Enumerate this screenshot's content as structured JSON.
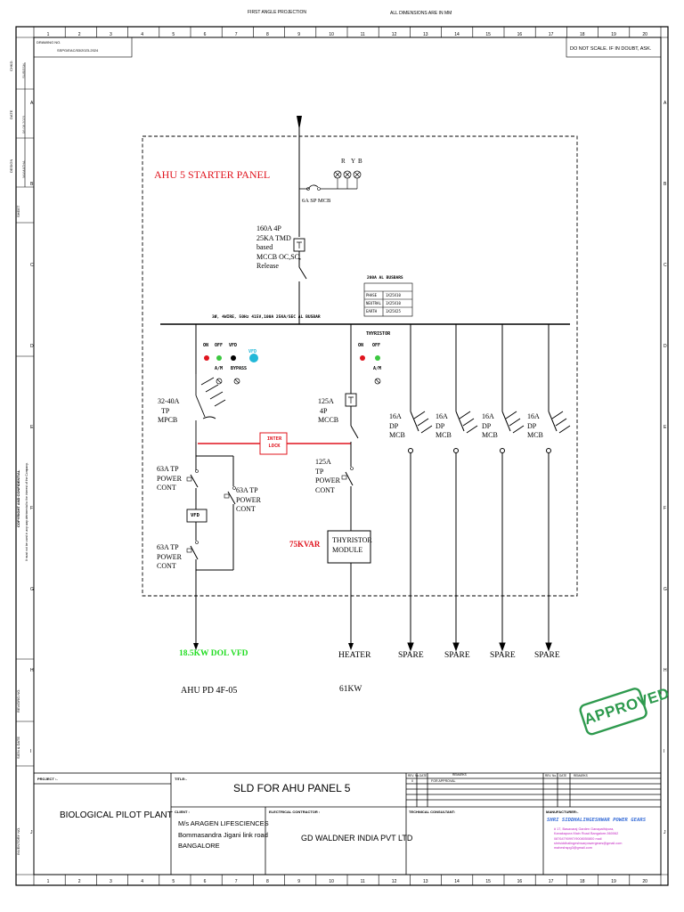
{
  "header": {
    "projection": "FIRST ANGLE PROJECTION",
    "dimensions": "ALL DIMENSIONS ARE IN MM",
    "drawing_no_label": "DRAWING NO.",
    "drawing_no": "SSPG/EAC/53/2023-2024",
    "do_not_scale": "DO NOT SCALE. IF IN DOUBT, ASK."
  },
  "grid": {
    "columns": [
      "1",
      "2",
      "3",
      "4",
      "5",
      "6",
      "7",
      "8",
      "9",
      "10",
      "11",
      "12",
      "13",
      "14",
      "15",
      "16",
      "17",
      "18",
      "19",
      "20"
    ],
    "rows": [
      "A",
      "B",
      "C",
      "D",
      "E",
      "F",
      "G",
      "H",
      "I",
      "J"
    ]
  },
  "left_strip": {
    "chkd": "CHKD.",
    "chkd_name": "SURESH",
    "date": "DATE",
    "date_value": "06.08.2023",
    "design": "DESIGN",
    "design_name": "MAMATHA",
    "sheet": "SHEET",
    "confidential": "COPYRIGHT AND CONFIDENTIAL",
    "confidential_note": "It must not be used in any way detrimental to the interest of the Company.",
    "rev": "REV/DRG.NO.",
    "sign_date": "SIGN & DATE",
    "inventory": "INVENTORY NO."
  },
  "panel": {
    "title": "AHU 5 STARTER PANEL",
    "ryb": [
      "R",
      "Y",
      "B"
    ],
    "mcb_6a": "6A SP MCB",
    "incomer": [
      "160A 4P",
      "25KA TMD",
      "based",
      "MCCB OC,SC,",
      "Release"
    ],
    "busbar_table_title": "200A AL BUSBARS",
    "busbar_table": [
      [
        "PHASE",
        "1X25X10"
      ],
      [
        "NEUTRAL",
        "1X25X10"
      ],
      [
        "EARTH",
        "1X25X25"
      ]
    ],
    "busbar_label": "3Ø, 4WIRE, 50Hz 415V,100A 25KA/SEC AL BUSBAR",
    "thyristor_label": "THYRISTOR",
    "ind_on": "ON",
    "ind_off": "OFF",
    "ind_vfd": "VFD",
    "ind_bypass": "BYPASS",
    "am": "A/M",
    "mpcb": [
      "32-40A",
      "TP",
      "MPCB"
    ],
    "interlock": [
      "INTER",
      "LOCK"
    ],
    "cont1": [
      "63A TP",
      "POWER",
      "CONT"
    ],
    "cont2": [
      "63A TP",
      "POWER",
      "CONT"
    ],
    "cont3": [
      "63A TP",
      "POWER",
      "CONT"
    ],
    "vfd_box": "VFD",
    "mccb_125": [
      "125A",
      "4P",
      "MCCB"
    ],
    "cont_125": [
      "125A",
      "TP",
      "POWER",
      "CONT"
    ],
    "kvar": "75KVAR",
    "thyristor_module": [
      "THYRISTOR",
      "MODULE"
    ],
    "dp_mcb": [
      "16A",
      "DP",
      "MCB"
    ]
  },
  "outgoings": {
    "vfd_feeder": "18.5KW DOL VFD",
    "ahu": "AHU PD 4F-05",
    "heater": "HEATER",
    "heater_kw": "61KW",
    "spares": [
      "SPARE",
      "SPARE",
      "SPARE",
      "SPARE"
    ]
  },
  "stamp": "APPROVED",
  "title_block": {
    "project_label": "PROJECT :-",
    "project": "BIOLOGICAL PILOT PLANT",
    "title_label": "TITLE:-",
    "title": "SLD FOR AHU PANEL 5",
    "rev_no": "REV. No.",
    "date": "DATE",
    "remarks": "REMARKS",
    "rev_zero": "0",
    "for_approval": "FOR APPROVAL",
    "client_label": "CLIENT :",
    "client": [
      "M/s ARAGEN LIFESCIENCES",
      "Bommasandra Jigani link road",
      "BANGALORE"
    ],
    "contractor_label": "ELECTRICAL CONTRACTOR :",
    "contractor": "GD WALDNER INDIA PVT LTD",
    "consultant_label": "TECHNICAL CONSULTANT:",
    "manufacturer_label": "MANUFACTURER:-",
    "manufacturer": "SHRI SIDDHALINGESHWAR POWER GEARS",
    "mfr_address": [
      "# 17, Basavaraj Garden Ganapathipura,",
      "Kanakapura Main Road Bangalore-560062",
      "08764790997/9008050800 mail",
      "shrisiddhalingeshwarpowergears@gmail.com",
      "maheshspg3@gmail.com"
    ]
  },
  "colors": {
    "panel_title": "#e0141e",
    "interlock": "#e0141e",
    "kvar": "#e0141e",
    "vfd_feeder": "#22dd22",
    "vfd_indicator": "#22b8d8",
    "stamp": "#2e9a4e",
    "manufacturer": "#3a6fd8",
    "mfr_address": "#c020c0"
  }
}
